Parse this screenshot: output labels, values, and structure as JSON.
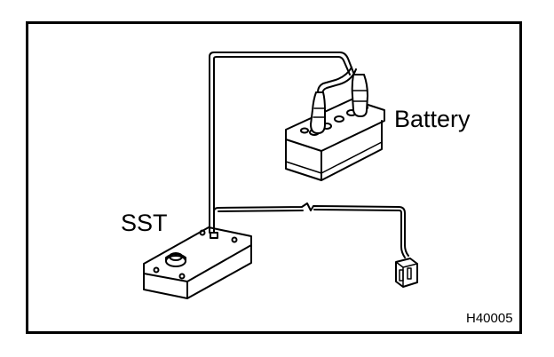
{
  "figure": {
    "battery_label": "Battery",
    "sst_label": "SST",
    "figure_code": "H40005"
  },
  "colors": {
    "line": "#000000",
    "background": "#ffffff"
  }
}
